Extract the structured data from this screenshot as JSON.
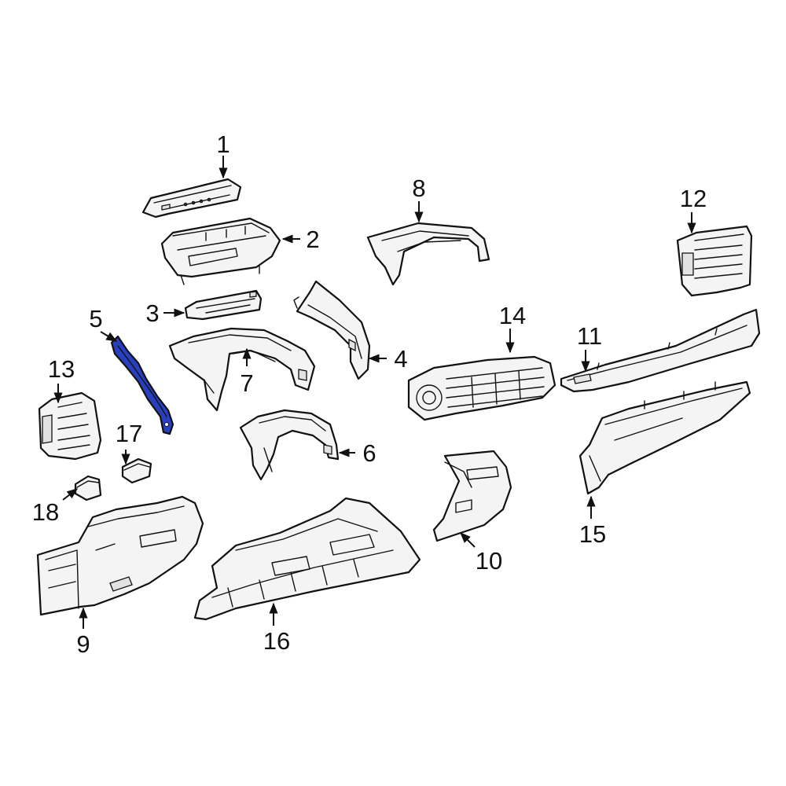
{
  "accent_color": "#2840c0",
  "highlighted_part": "5",
  "callouts": [
    {
      "id": "c1",
      "label": "1"
    },
    {
      "id": "c2",
      "label": "2"
    },
    {
      "id": "c3",
      "label": "3"
    },
    {
      "id": "c4",
      "label": "4"
    },
    {
      "id": "c5",
      "label": "5"
    },
    {
      "id": "c6",
      "label": "6"
    },
    {
      "id": "c7",
      "label": "7"
    },
    {
      "id": "c8",
      "label": "8"
    },
    {
      "id": "c9",
      "label": "9"
    },
    {
      "id": "c10",
      "label": "10"
    },
    {
      "id": "c11",
      "label": "11"
    },
    {
      "id": "c12",
      "label": "12"
    },
    {
      "id": "c13",
      "label": "13"
    },
    {
      "id": "c14",
      "label": "14"
    },
    {
      "id": "c15",
      "label": "15"
    },
    {
      "id": "c16",
      "label": "16"
    },
    {
      "id": "c17",
      "label": "17"
    },
    {
      "id": "c18",
      "label": "18"
    }
  ]
}
